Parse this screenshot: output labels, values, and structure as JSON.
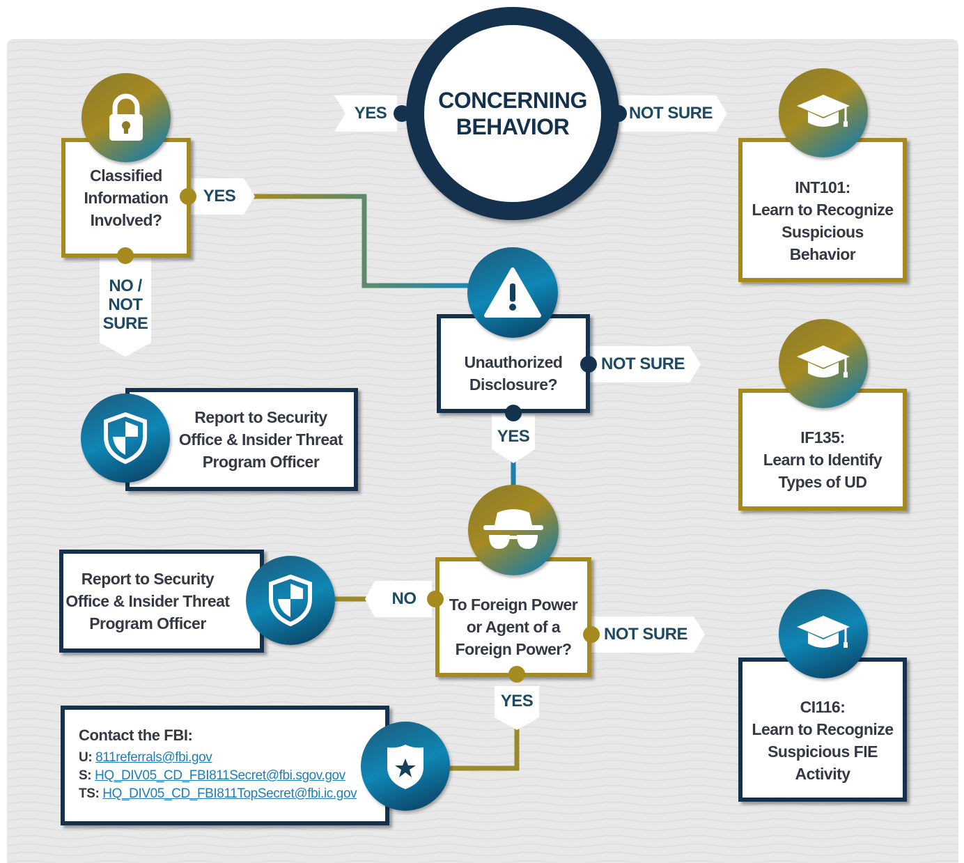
{
  "center": {
    "title": "CONCERNING\nBEHAVIOR"
  },
  "labels": {
    "yes_top": "YES",
    "not_sure_top": "NOT SURE",
    "yes_classified": "YES",
    "no_not_sure": "NO /\nNOT\nSURE",
    "not_sure_ud": "NOT SURE",
    "yes_ud": "YES",
    "no_foreign": "NO",
    "not_sure_foreign": "NOT SURE",
    "yes_foreign": "YES"
  },
  "boxes": {
    "classified": "Classified\nInformation\nInvolved?",
    "int101": "INT101:\nLearn to Recognize\nSuspicious\nBehavior",
    "unauthorized": "Unauthorized\nDisclosure?",
    "report1": "Report to Security\nOffice & Insider Threat\nProgram Officer",
    "if135": "IF135:\nLearn to Identify\nTypes of UD",
    "report2": "Report to Security\nOffice & Insider Threat\nProgram Officer",
    "foreign": "To Foreign Power\nor Agent of a\nForeign Power?",
    "ci116": "CI116:\nLearn to Recognize\nSuspicious FIE\nActivity"
  },
  "contact": {
    "heading": "Contact  the FBI:",
    "u_label": "U:",
    "u_email": "811referrals@fbi.gov",
    "s_label": "S:",
    "s_email": "HQ_DIV05_CD_FBI811Secret@fbi.sgov.gov",
    "ts_label": "TS:",
    "ts_email": "HQ_DIV05_CD_FBI811TopSecret@fbi.ic.gov"
  },
  "icons": {
    "classified": "lock-icon",
    "int101": "graduation-cap-icon",
    "unauthorized": "warning-icon",
    "if135": "graduation-cap-icon",
    "report1": "shield-icon",
    "foreign": "spy-icon",
    "report2": "shield-icon",
    "ci116": "graduation-cap-icon",
    "fbi": "badge-star-icon"
  },
  "colors": {
    "gold": "#a58a1f",
    "navy": "#14324d",
    "blue": "#0f86b5",
    "background": "#e8e8e9"
  }
}
